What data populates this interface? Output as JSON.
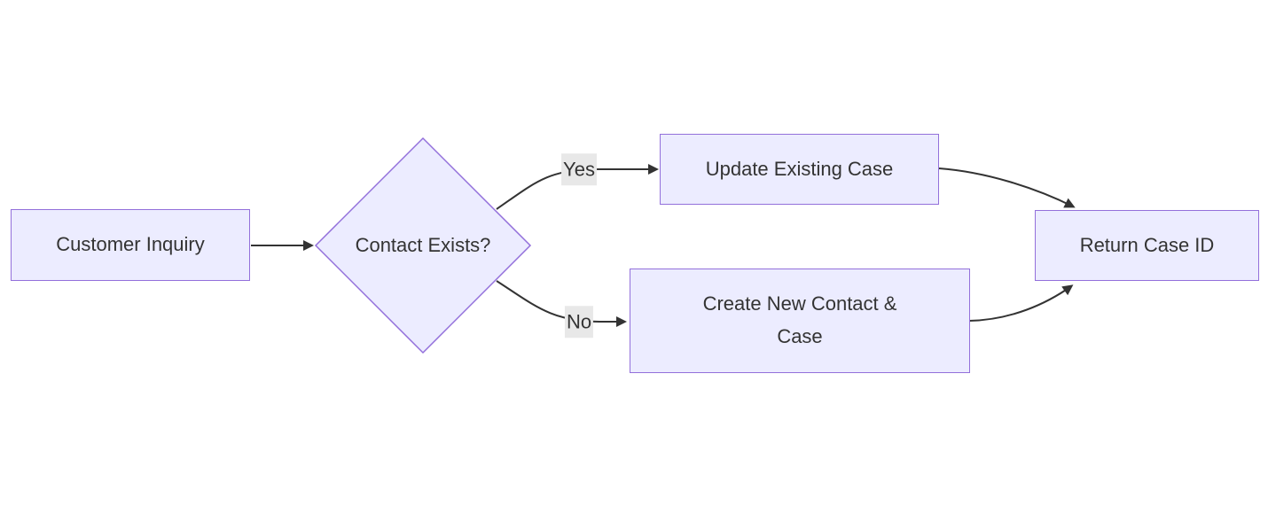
{
  "diagram": {
    "type": "flowchart",
    "direction": "left-to-right",
    "nodes": [
      {
        "id": "customer-inquiry",
        "shape": "rectangle",
        "label": "Customer Inquiry"
      },
      {
        "id": "contact-exists",
        "shape": "diamond",
        "label": "Contact Exists?"
      },
      {
        "id": "update-existing-case",
        "shape": "rectangle",
        "label": "Update Existing Case"
      },
      {
        "id": "create-new-contact-case",
        "shape": "rectangle",
        "label": "Create New Contact & Case"
      },
      {
        "id": "return-case-id",
        "shape": "rectangle",
        "label": "Return Case ID"
      }
    ],
    "edges": [
      {
        "from": "customer-inquiry",
        "to": "contact-exists",
        "label": ""
      },
      {
        "from": "contact-exists",
        "to": "update-existing-case",
        "label": "Yes"
      },
      {
        "from": "contact-exists",
        "to": "create-new-contact-case",
        "label": "No"
      },
      {
        "from": "update-existing-case",
        "to": "return-case-id",
        "label": ""
      },
      {
        "from": "create-new-contact-case",
        "to": "return-case-id",
        "label": ""
      }
    ],
    "colors": {
      "node_fill": "#ECECFF",
      "node_border": "#9370DB",
      "node_text": "#333333",
      "edge_stroke": "#333333",
      "edge_label_bg": "#E8E8E8",
      "edge_label_text": "#333333",
      "background": "#FFFFFF"
    }
  }
}
